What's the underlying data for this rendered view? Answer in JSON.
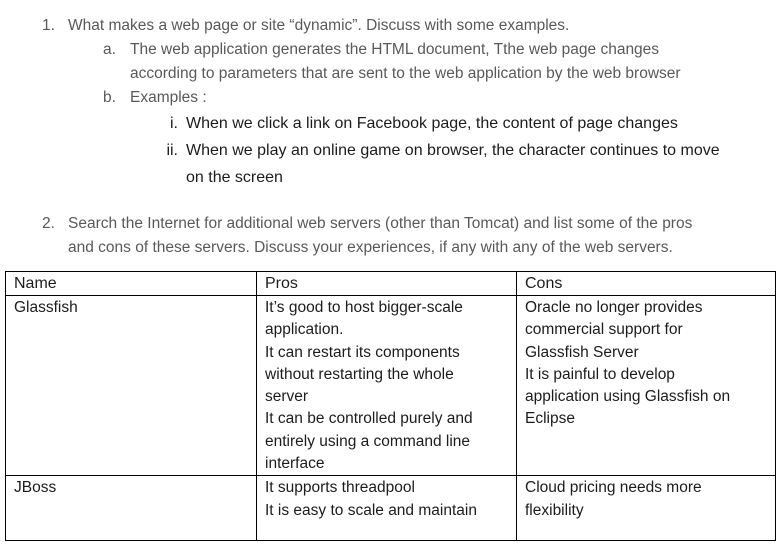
{
  "document": {
    "colors": {
      "question_text": "#595959",
      "answer_text": "#1c1c1c",
      "table_border": "#000000",
      "background": "#ffffff"
    },
    "questions": [
      {
        "number": "1.",
        "text": "What makes a web page or site “dynamic”. Discuss with some examples.",
        "sub_items": [
          {
            "marker": "a.",
            "text": "The web application generates the HTML document, Tthe web page changes\naccording to parameters that are sent to the web application by the web browser"
          },
          {
            "marker": "b.",
            "text": "Examples :"
          }
        ],
        "examples": [
          {
            "marker": "i.",
            "text": "When we click a link on Facebook page, the content of page changes"
          },
          {
            "marker": "ii.",
            "text": "When we play an online game on browser, the character continues to move\non the screen"
          }
        ]
      },
      {
        "number": "2.",
        "text": "Search the Internet for additional web servers (other than Tomcat) and list some of the pros\nand cons of these servers. Discuss your experiences, if any with any of the web servers."
      }
    ],
    "table": {
      "headers": [
        "Name",
        "Pros",
        "Cons"
      ],
      "rows": [
        [
          "Glassfish",
          "It’s good to host bigger-scale\napplication.\nIt can restart its components\nwithout restarting the whole\nserver\nIt can be controlled purely and\nentirely using a command line\ninterface",
          "Oracle no longer provides\ncommercial support for\nGlassfish Server\nIt is painful to develop\napplication using Glassfish on\nEclipse"
        ],
        [
          "JBoss",
          "It supports threadpool\nIt is easy to scale and maintain",
          "Cloud pricing needs more\nflexibility"
        ]
      ]
    }
  }
}
